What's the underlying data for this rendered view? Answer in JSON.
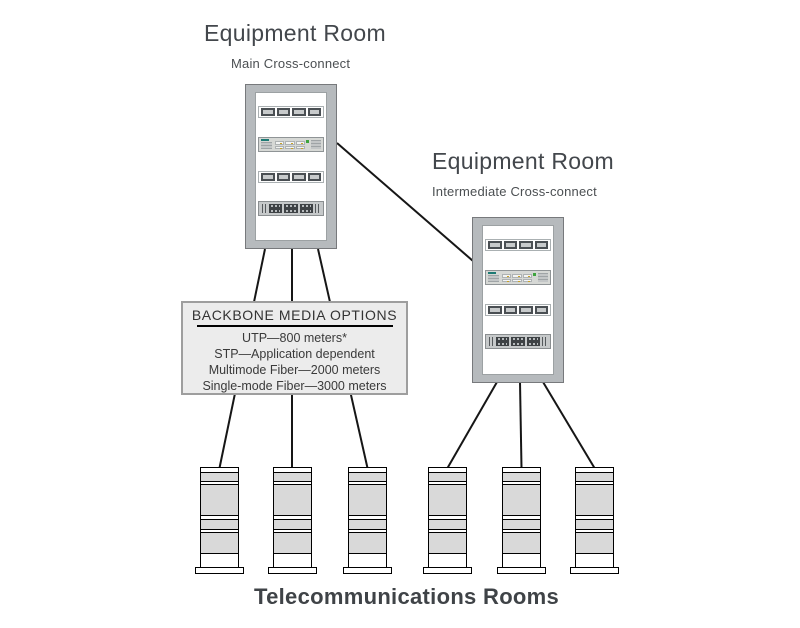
{
  "rooms": {
    "main": {
      "title": "Equipment Room",
      "subtitle": "Main Cross-connect"
    },
    "intermediate": {
      "title": "Equipment Room",
      "subtitle": "Intermediate Cross-connect"
    }
  },
  "backbone_box": {
    "title": "BACKBONE MEDIA OPTIONS",
    "options": [
      "UTP—800 meters*",
      "STP—Application dependent",
      "Multimode Fiber—2000 meters",
      "Single-mode Fiber—3000 meters"
    ]
  },
  "footer": {
    "label": "Telecommunications Rooms"
  },
  "diagram": {
    "rack_count": 2,
    "telecom_cabinet_count": 6,
    "connections": [
      "main-rack to telecom-room-1",
      "main-rack to telecom-room-2",
      "main-rack to telecom-room-3",
      "main-rack to intermediate-rack",
      "intermediate-rack to telecom-room-4",
      "intermediate-rack to telecom-room-5",
      "intermediate-rack to telecom-room-6"
    ]
  },
  "colors": {
    "background": "#ffffff",
    "connector_line": "#161616",
    "rack_frame": "#b6babd",
    "rack_border": "#77797c",
    "cabinet_band": "#d9d9d9",
    "box_background": "#ececec",
    "box_border": "#9e9e9e",
    "title_text": "#43474c",
    "body_text": "#3a3a3a"
  }
}
